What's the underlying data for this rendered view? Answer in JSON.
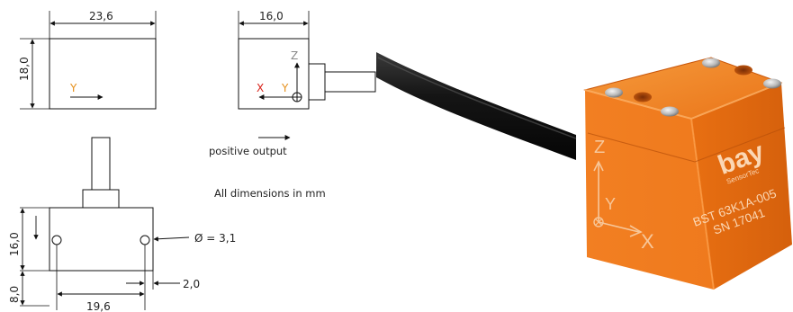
{
  "drawing": {
    "top_view": {
      "width": "23,6",
      "height": "18,0",
      "axis_y": "Y"
    },
    "side_view": {
      "width": "16,0",
      "axis_z": "Z",
      "axis_x": "X",
      "axis_y": "Y"
    },
    "front_view": {
      "height": "16,0",
      "base": "8,0",
      "hole_spacing": "19,6",
      "hole_diameter": "Ø = 3,1",
      "edge_offset": "2,0"
    },
    "legend": {
      "positive_output": "positive output",
      "units_note": "All dimensions in mm"
    }
  },
  "photo": {
    "brand": "bay",
    "brand_sub": "SensorTec",
    "model": "BST 63K1A-005",
    "serial": "SN 17041",
    "axis_z": "Z",
    "axis_y": "Y",
    "axis_x": "X",
    "colors": {
      "body": "#f07a1c",
      "body_shade": "#d9610c",
      "cable": "#161616",
      "axis_red": "#d9241b",
      "axis_orange": "#e6901c"
    }
  }
}
